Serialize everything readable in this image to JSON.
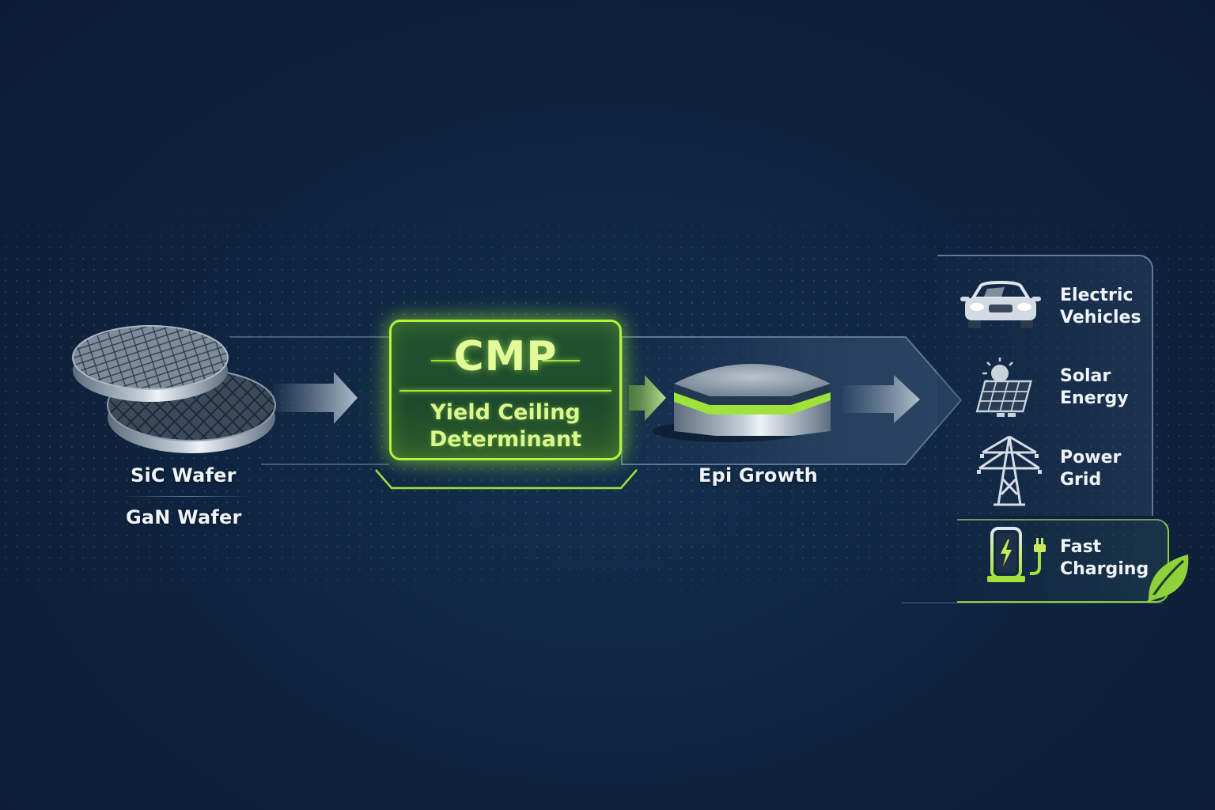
{
  "colors": {
    "background": "#0f2440",
    "accent_green": "#b6f33a",
    "text": "#eef3f8",
    "metal": "#9aa8b8"
  },
  "flow": {
    "source": {
      "labels": [
        "SiC Wafer",
        "GaN Wafer"
      ],
      "icon": "stacked-wafers-icon"
    },
    "cmp": {
      "title": "CMP",
      "subtitle_line1": "Yield Ceiling",
      "subtitle_line2": "Determinant"
    },
    "epi": {
      "label": "Epi Growth",
      "icon": "epi-wafer-icon"
    },
    "applications": [
      {
        "line1": "Electric",
        "line2": "Vehicles",
        "icon": "car-icon"
      },
      {
        "line1": "Solar",
        "line2": "Energy",
        "icon": "solar-panel-icon"
      },
      {
        "line1": "Power",
        "line2": "Grid",
        "icon": "power-tower-icon"
      },
      {
        "line1": "Fast",
        "line2": "Charging",
        "icon": "ev-charger-icon",
        "highlight": true
      }
    ]
  }
}
